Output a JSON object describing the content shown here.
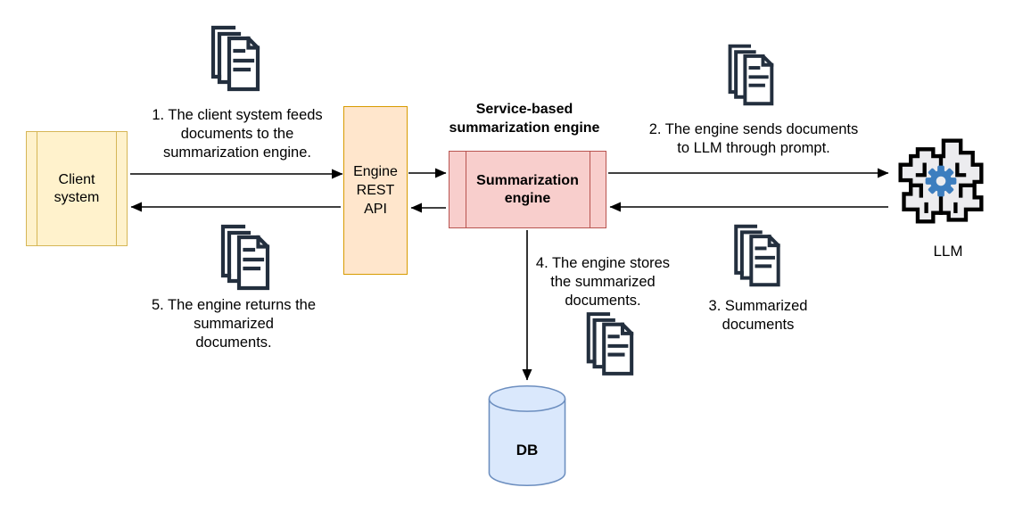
{
  "diagram": {
    "type": "architecture-flow",
    "title": {
      "text": "Service-based summarization engine",
      "lines": [
        "Service-based",
        "summarization engine"
      ]
    },
    "nodes": {
      "client_system": {
        "label": "Client system",
        "lines": [
          "Client",
          "system"
        ],
        "shape": "process"
      },
      "engine_rest_api": {
        "label": "Engine REST API",
        "lines": [
          "Engine",
          "REST",
          "API"
        ],
        "shape": "rectangle"
      },
      "summarization_engine": {
        "label": "Summarization engine",
        "lines": [
          "Summarization",
          "engine"
        ],
        "shape": "process"
      },
      "llm": {
        "label": "LLM",
        "icon": "brain-with-gear-icon"
      },
      "db": {
        "label": "DB",
        "shape": "cylinder"
      }
    },
    "steps": {
      "step1": {
        "text": "1. The client system feeds documents to the summarization engine.",
        "lines": [
          "1. The client system feeds",
          "documents to the",
          "summarization engine."
        ]
      },
      "step2": {
        "text": "2. The engine sends documents to LLM through prompt.",
        "lines": [
          "2. The engine sends documents",
          "to LLM through prompt."
        ]
      },
      "step3": {
        "text": "3. Summarized documents",
        "lines": [
          "3. Summarized",
          "documents"
        ]
      },
      "step4": {
        "text": "4. The engine stores the summarized documents.",
        "lines": [
          "4. The engine stores",
          "the summarized",
          "documents."
        ]
      },
      "step5": {
        "text": "5. The engine returns the summarized documents.",
        "lines": [
          "5. The engine returns the",
          "summarized",
          "documents."
        ]
      }
    },
    "edges": [
      {
        "from": "client_system",
        "to": "engine_rest_api",
        "step": "step1"
      },
      {
        "from": "engine_rest_api",
        "to": "client_system",
        "step": "step5"
      },
      {
        "from": "engine_rest_api",
        "to": "summarization_engine",
        "step": null
      },
      {
        "from": "summarization_engine",
        "to": "engine_rest_api",
        "step": null
      },
      {
        "from": "summarization_engine",
        "to": "llm",
        "step": "step2"
      },
      {
        "from": "llm",
        "to": "summarization_engine",
        "step": "step3"
      },
      {
        "from": "summarization_engine",
        "to": "db",
        "step": "step4"
      }
    ],
    "icons": {
      "documents": "documents-stack-icon",
      "llm": "brain-with-gear-icon",
      "db": "database-cylinder-icon"
    }
  },
  "colors": {
    "bg": "#ffffff",
    "text_color": "#000000",
    "arrow_color": "#000000",
    "client_fill": "#FFF2CC",
    "client_border": "#D6B656",
    "api_fill": "#FFE6CC",
    "api_border": "#D79B00",
    "engine_fill": "#F8CECC",
    "engine_border": "#B85450",
    "db_fill": "#DAE8FC",
    "db_border": "#6C8EBF",
    "doc_color": "#232F3E",
    "brain_fill": "#ECECEF",
    "brain_stroke": "#000000",
    "gear_color": "#3D7EBF"
  }
}
